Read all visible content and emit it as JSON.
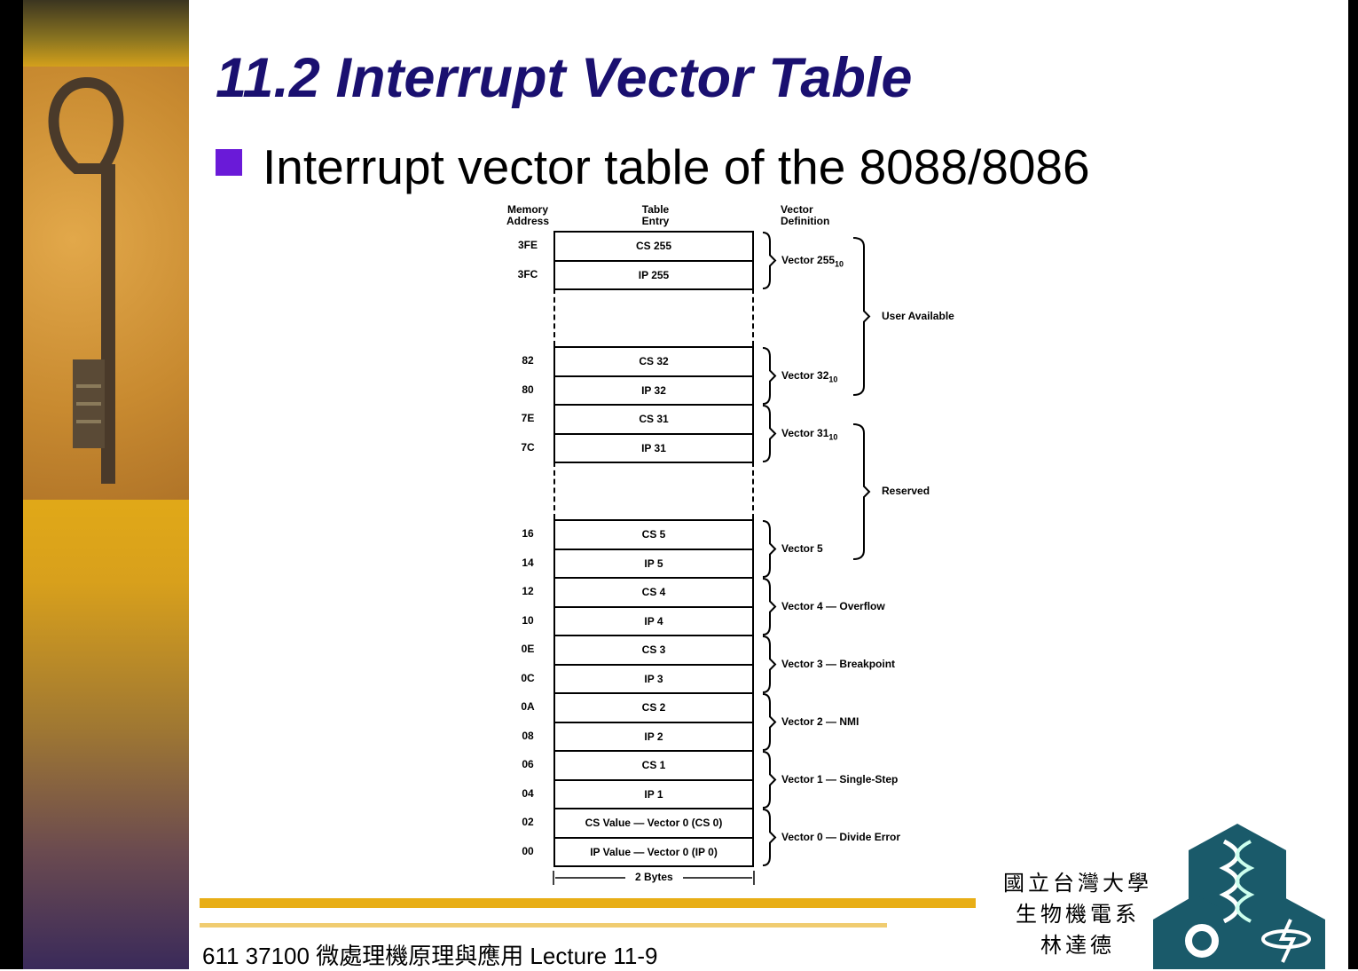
{
  "slide": {
    "title": "11.2  Interrupt Vector Table",
    "bullet": "Interrupt vector table of the 8088/8086",
    "footer": "611 37100 微處理機原理與應用  Lecture 11-9",
    "school_lines": [
      "國立台灣大學",
      "生物機電系",
      "林達德"
    ]
  },
  "diagram": {
    "headers": {
      "address": [
        "Memory",
        "Address"
      ],
      "entry": [
        "Table",
        "Entry"
      ],
      "definition": [
        "Vector",
        "Definition"
      ]
    },
    "rows": [
      {
        "address": "3FE",
        "entry": "CS 255"
      },
      {
        "address": "3FC",
        "entry": "IP 255"
      },
      {
        "gap": true
      },
      {
        "address": "82",
        "entry": "CS 32"
      },
      {
        "address": "80",
        "entry": "IP 32"
      },
      {
        "address": "7E",
        "entry": "CS 31"
      },
      {
        "address": "7C",
        "entry": "IP 31"
      },
      {
        "gap": true
      },
      {
        "address": "16",
        "entry": "CS 5"
      },
      {
        "address": "14",
        "entry": "IP 5"
      },
      {
        "address": "12",
        "entry": "CS 4"
      },
      {
        "address": "10",
        "entry": "IP 4"
      },
      {
        "address": "0E",
        "entry": "CS 3"
      },
      {
        "address": "0C",
        "entry": "IP 3"
      },
      {
        "address": "0A",
        "entry": "CS 2"
      },
      {
        "address": "08",
        "entry": "IP 2"
      },
      {
        "address": "06",
        "entry": "CS 1"
      },
      {
        "address": "04",
        "entry": "IP 1"
      },
      {
        "address": "02",
        "entry": "CS Value — Vector 0 (CS 0)"
      },
      {
        "address": "00",
        "entry": "IP Value — Vector 0 (IP 0)"
      }
    ],
    "vectors": [
      "Vector 255",
      "Vector 32",
      "Vector 31",
      "Vector 5",
      "Vector 4 — Overflow",
      "Vector 3 — Breakpoint",
      "Vector 2 — NMI",
      "Vector 1 — Single-Step",
      "Vector 0 — Divide Error"
    ],
    "vector_subscripts": [
      "10",
      "10",
      "10",
      "",
      "",
      "",
      "",
      "",
      ""
    ],
    "groups": [
      "User Available",
      "Reserved"
    ],
    "width_label": "2 Bytes"
  },
  "colors": {
    "title": "#1a1070",
    "bullet": "#6a1ad8",
    "bar": "#e8ae16",
    "logo": "#1a5a6a"
  }
}
